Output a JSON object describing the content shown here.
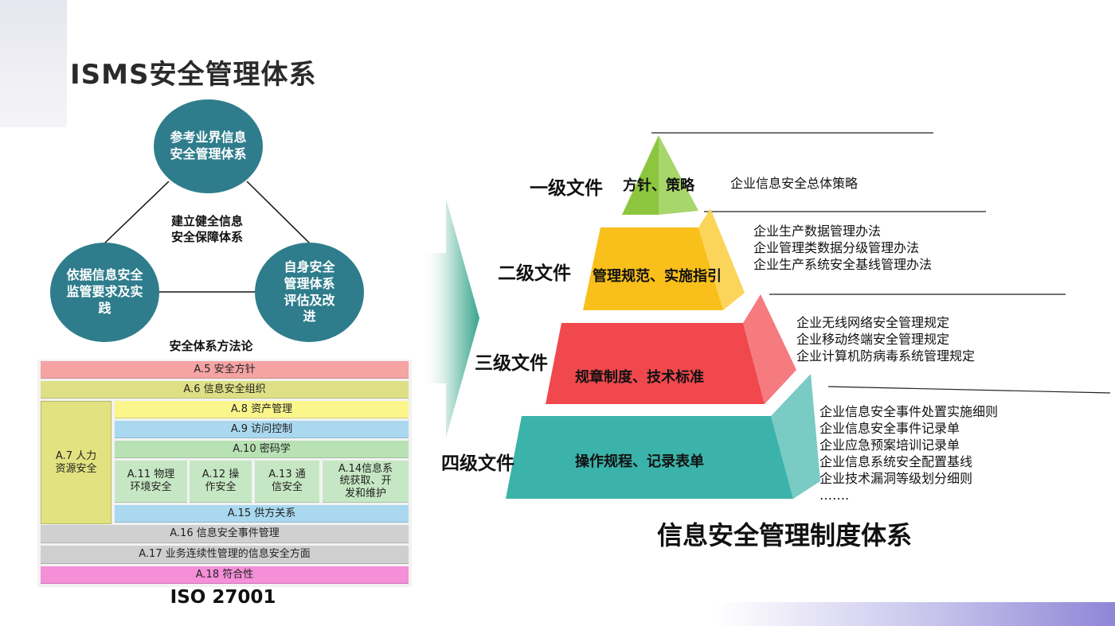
{
  "title": "ISMS安全管理体系",
  "methodology": {
    "circle_top": "参考业界信息\n安全管理体系",
    "circle_left": "依据信息安全\n监管要求及实\n践",
    "circle_right": "自身安全\n管理体系\n评估及改\n进",
    "center": "建立健全信息\n安全保障体系",
    "label": "安全体系方法论"
  },
  "iso": {
    "a5": "A.5 安全方针",
    "a6": "A.6 信息安全组织",
    "a7": "A.7 人力\n资源安全",
    "a8": "A.8 资产管理",
    "a9": "A.9 访问控制",
    "a10": "A.10 密码学",
    "a11": "A.11 物理\n环境安全",
    "a12": "A.12 操\n作安全",
    "a13": "A.13 通\n信安全",
    "a14": "A.14信息系\n统获取、开\n发和维护",
    "a15": "A.15 供方关系",
    "a16": "A.16 信息安全事件管理",
    "a17": "A.17 业务连续性管理的信息安全方面",
    "a18": "A.18 符合性",
    "label": "ISO 27001"
  },
  "pyramid": {
    "levels": [
      {
        "name": "一级文件",
        "tier": "方针、策略",
        "items": [
          "企业信息安全总体策略"
        ]
      },
      {
        "name": "二级文件",
        "tier": "管理规范、实施指引",
        "items": [
          "企业生产数据管理办法",
          "企业管理类数据分级管理办法",
          "企业生产系统安全基线管理办法"
        ]
      },
      {
        "name": "三级文件",
        "tier": "规章制度、技术标准",
        "items": [
          "企业无线网络安全管理规定",
          "企业移动终端安全管理规定",
          "企业计算机防病毒系统管理规定"
        ]
      },
      {
        "name": "四级文件",
        "tier": "操作规程、记录表单",
        "items": [
          "企业信息安全事件处置实施细则",
          "企业信息安全事件记录单",
          "企业应急预案培训记录单",
          "企业信息系统安全配置基线",
          "企业技术漏洞等级划分细则",
          "……."
        ]
      }
    ],
    "title": "信息安全管理制度体系"
  },
  "colors": {
    "circle": "#2f7d8c",
    "tier1": "#8cc63f",
    "tier2": "#f9bf1a",
    "tier3": "#f0484d",
    "tier4": "#3bb3aa"
  }
}
